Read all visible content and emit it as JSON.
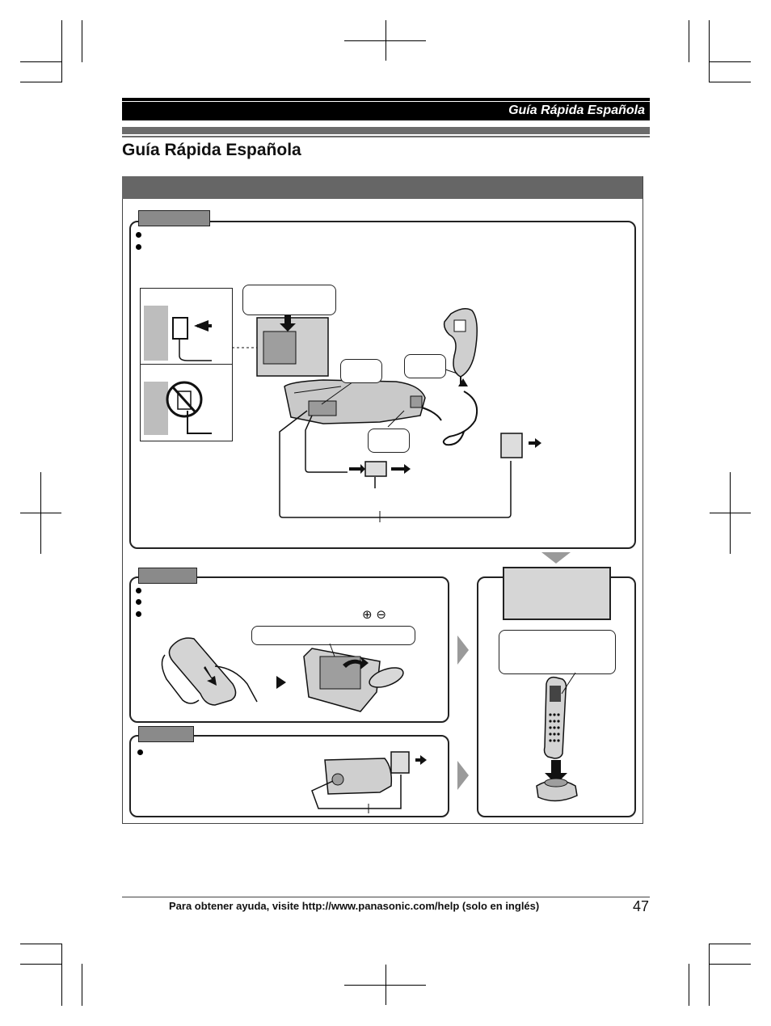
{
  "header": {
    "running_title": "Guía Rápida Española"
  },
  "page": {
    "title": "Guía Rápida Española",
    "number": "47"
  },
  "footer": {
    "help_text": "Para obtener ayuda, visite http://www.panasonic.com/help (solo en inglés)"
  },
  "icons": {
    "plus_minus": "⊕ ⊖"
  },
  "colors": {
    "header_bar": "#000000",
    "stripe": "#6c6c6c",
    "panel_tab": "#8a8a8a",
    "callout_box": "#d6d6d6",
    "flow_arrow": "#9a9a9a"
  }
}
